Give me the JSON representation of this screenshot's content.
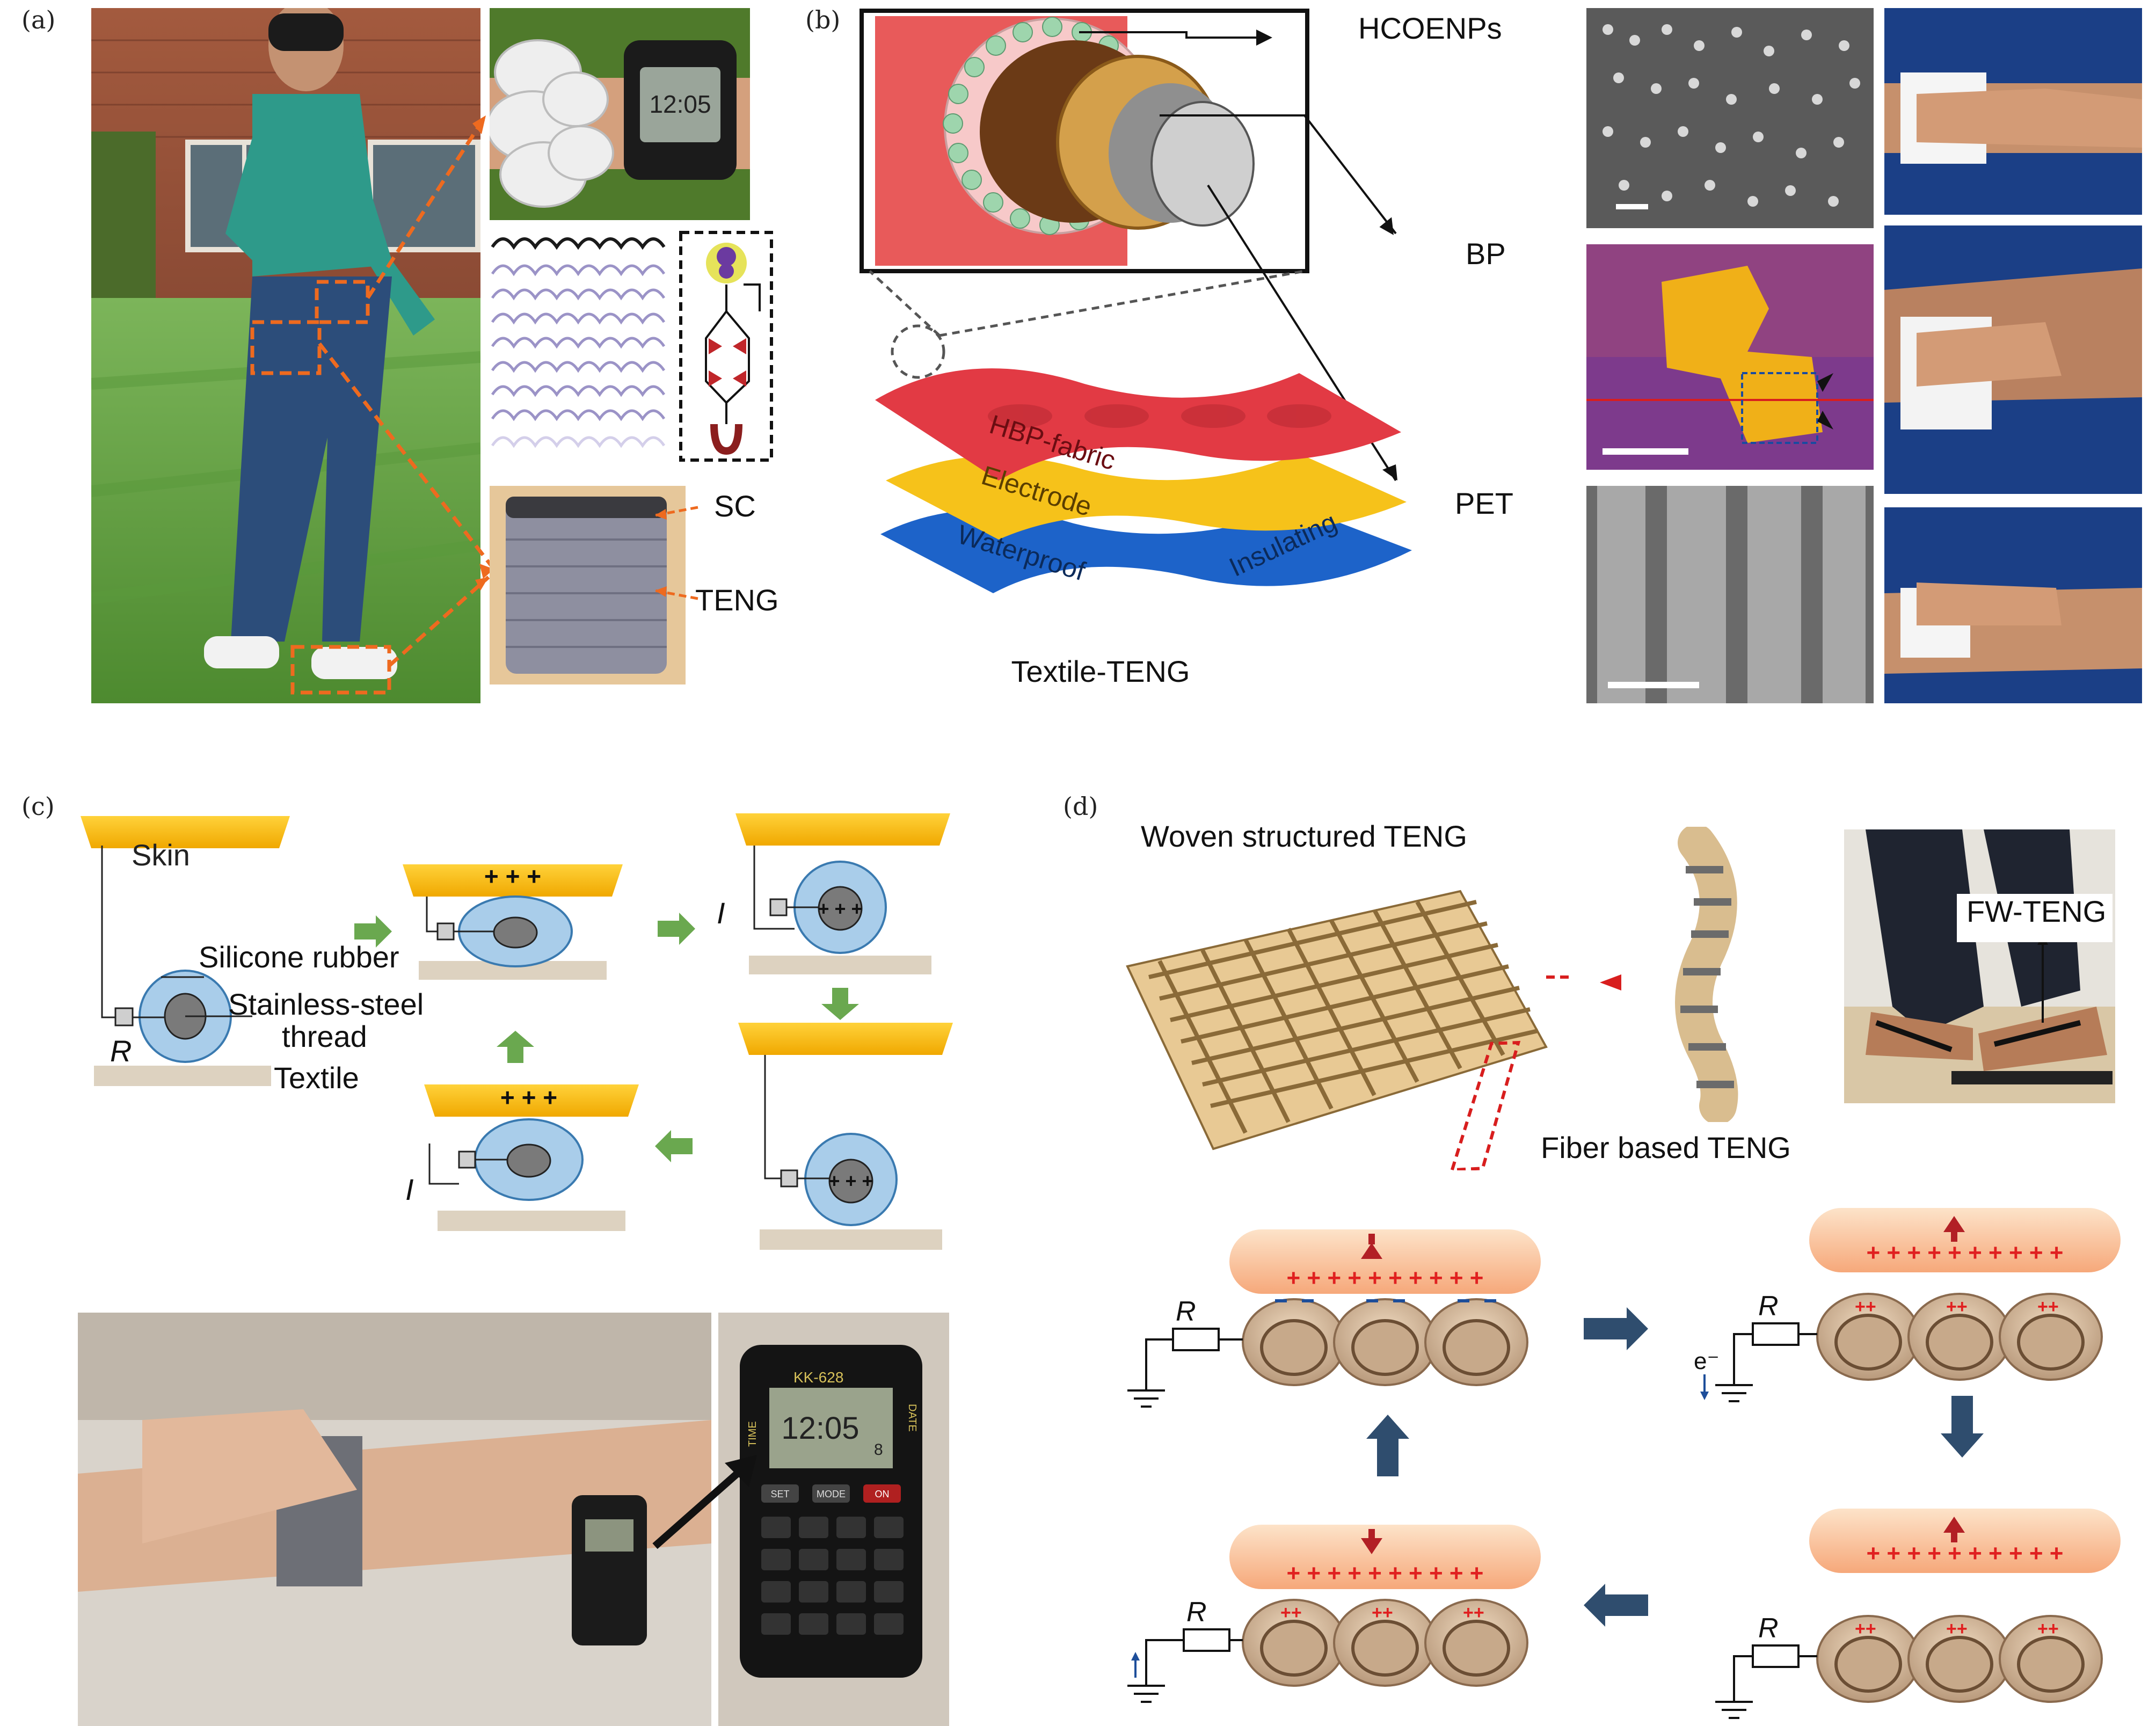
{
  "panels": {
    "a": {
      "letter": "(a)",
      "sc": "SC",
      "teng": "TENG"
    },
    "b": {
      "letter": "(b)",
      "hcoenps": "HCOENPs",
      "bp": "BP",
      "pet": "PET",
      "hbp_fabric": "HBP-fabric",
      "electrode": "Electrode",
      "waterproof": "Waterproof",
      "insulating": "Insulating",
      "caption": "Textile-TENG"
    },
    "c": {
      "letter": "(c)",
      "skin": "Skin",
      "silicone": "Silicone rubber",
      "steel1": "Stainless-steel",
      "steel2": "thread",
      "textile": "Textile",
      "r": "R",
      "i": "I",
      "plus3": "+ + +",
      "watch_brand": "KK-628",
      "watch_time": "12:05",
      "watch_time_small": "12:05",
      "btn_set": "SET",
      "btn_mode": "MODE",
      "btn_on": "ON",
      "time_word": "TIME",
      "date_word": "DATE",
      "date_num": "8"
    },
    "d": {
      "letter": "(d)",
      "woven": "Woven structured TENG",
      "fiber": "Fiber based TENG",
      "fw": "FW-TENG",
      "r": "R",
      "electron": "e⁻",
      "plus_row": "+ + + + + + + + + +"
    }
  },
  "colors": {
    "teng_orange": "#ee6a1f",
    "fabric_red": "#e23a44",
    "electrode_yellow": "#f6c21a",
    "waterproof_blue": "#1d63c9",
    "skin_yellow": "#f5b800",
    "ball_blue": "#a9cdea",
    "arrow_green": "#6aa84f",
    "plus_red": "#e02020",
    "arrow_navy": "#2f4d6e"
  },
  "icons": [
    "watch-icon",
    "calculator-watch-icon",
    "ground-icon",
    "resistor-icon",
    "arrow-right-icon",
    "arrow-down-icon",
    "arrow-up-icon",
    "arrow-left-icon"
  ]
}
